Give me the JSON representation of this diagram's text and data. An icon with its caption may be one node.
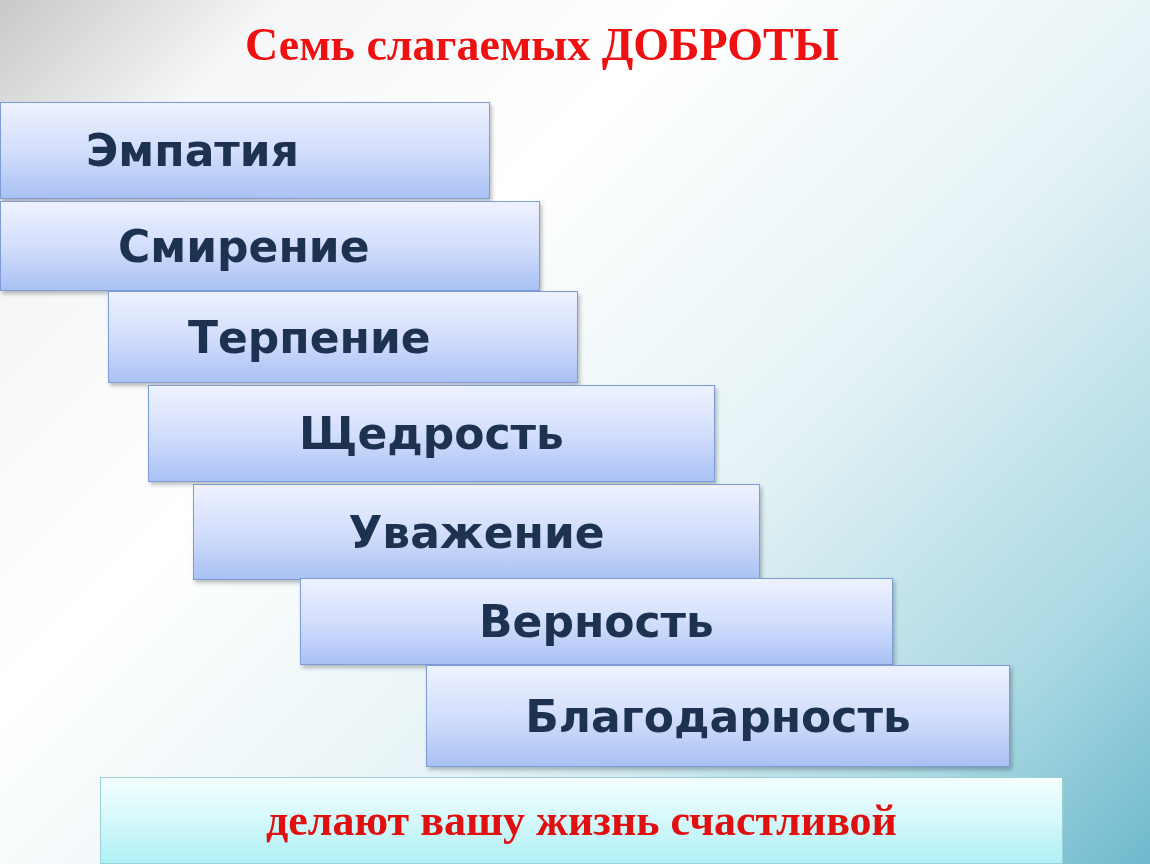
{
  "diagram": {
    "title": "Семь слагаемых ДОБРОТЫ",
    "nodes": [
      {
        "text": [
          "Эмпатия"
        ]
      },
      {
        "text": [
          "Смирение"
        ]
      },
      {
        "text": [
          "Терпение"
        ]
      },
      {
        "text": [
          "Щедрость"
        ]
      },
      {
        "text": [
          "Уважение"
        ]
      },
      {
        "text": [
          "Верность"
        ]
      },
      {
        "text": [
          "Благодарность"
        ]
      },
      {
        "text": [
          "делают вашу жизнь счастливой"
        ]
      }
    ]
  }
}
